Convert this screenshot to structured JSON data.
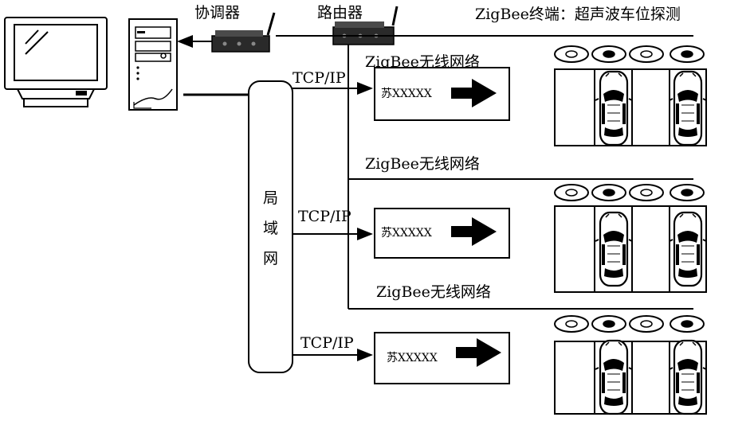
{
  "labels": {
    "coordinator": "协调器",
    "router": "路由器",
    "endpoint": "ZigBee终端：超声波车位探测",
    "lan": [
      "局",
      "域",
      "网"
    ]
  },
  "sections": [
    {
      "protocol": "TCP/IP",
      "network": "ZigBee无线网络",
      "plate": "苏XXXXX"
    },
    {
      "protocol": "TCP/IP",
      "network": "ZigBee无线网络",
      "plate": "苏XXXXX"
    },
    {
      "protocol": "TCP/IP",
      "network": "ZigBee无线网络",
      "plate": "苏XXXXX"
    }
  ],
  "sensors_per_row": [
    "empty",
    "occupied",
    "empty",
    "occupied"
  ],
  "icons": [
    "monitor-icon",
    "computer-tower-icon",
    "coordinator-device-icon",
    "router-device-icon",
    "car-icon",
    "arrow-right-icon",
    "sensor-icon"
  ]
}
